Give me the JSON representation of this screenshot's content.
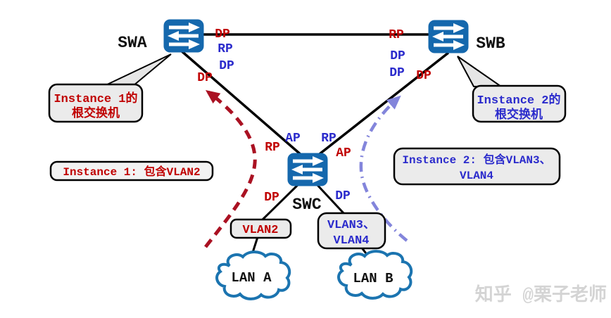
{
  "nodes": {
    "swa": "SWA",
    "swb": "SWB",
    "swc": "SWC"
  },
  "ports": {
    "swa": {
      "to_swb_inst1": "DP",
      "to_swb_inst2": "RP",
      "to_swc_inst2": "DP",
      "to_swc_inst1": "DP"
    },
    "swb": {
      "to_swa_inst1": "RP",
      "to_swa_inst2": "DP",
      "to_swc_inst2": "DP",
      "to_swc_inst1": "DP"
    },
    "swc": {
      "to_swa_inst2": "AP",
      "to_swa_inst1": "RP",
      "to_swb_inst2": "RP",
      "to_swb_inst1": "AP",
      "to_lan_a_inst1": "DP",
      "to_lan_b_inst2": "DP"
    }
  },
  "callouts": {
    "instance1_root": {
      "line1": "Instance 1的",
      "line2": "根交换机"
    },
    "instance2_root": {
      "line1": "Instance 2的",
      "line2": "根交换机"
    }
  },
  "instance_boxes": {
    "instance1": "Instance 1: 包含VLAN2",
    "instance2_line1": "Instance 2: 包含VLAN3、",
    "instance2_line2": "VLAN4"
  },
  "vlan_boxes": {
    "vlan2": "VLAN2",
    "vlan34_line1": "VLAN3、",
    "vlan34_line2": "VLAN4"
  },
  "lans": {
    "lan_a": "LAN A",
    "lan_b": "LAN B"
  },
  "watermark": "知乎 @栗子老师",
  "colors": {
    "instance1_red": "#C00000",
    "instance2_blue": "#2B2BCC",
    "switch_blue": "#1568AD",
    "cloud_blue": "#1B74B0",
    "arrow_instance1": "#AA1122",
    "arrow_instance2": "#8385DB",
    "box_fill": "#EBEBEB",
    "link_black": "#000000",
    "watermark_gray": "#D4D4D4"
  }
}
